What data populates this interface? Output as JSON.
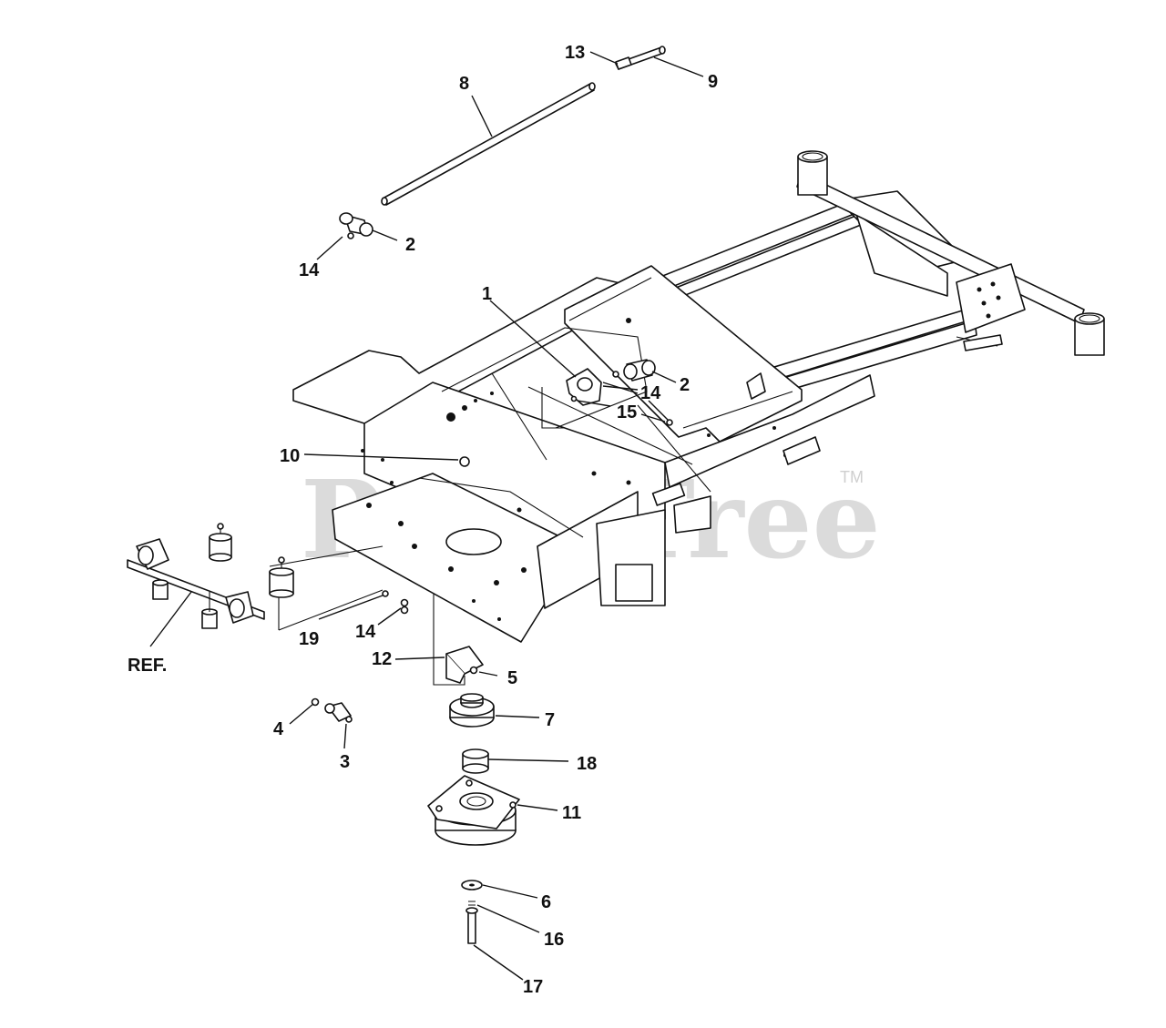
{
  "watermark": {
    "text": "PartsTree",
    "tm": "TM"
  },
  "labels": {
    "l1": "1",
    "l2a": "2",
    "l2b": "2",
    "l3": "3",
    "l4": "4",
    "l5": "5",
    "l6": "6",
    "l7": "7",
    "l8": "8",
    "l9": "9",
    "l10": "10",
    "l11": "11",
    "l12": "12",
    "l13": "13",
    "l14a": "14",
    "l14b": "14",
    "l14c": "14",
    "l15": "15",
    "l16": "16",
    "l17": "17",
    "l18": "18",
    "l19": "19",
    "ref": "REF."
  },
  "colors": {
    "ink": "#111111",
    "watermark": "#cfcfcf",
    "background": "#ffffff"
  }
}
